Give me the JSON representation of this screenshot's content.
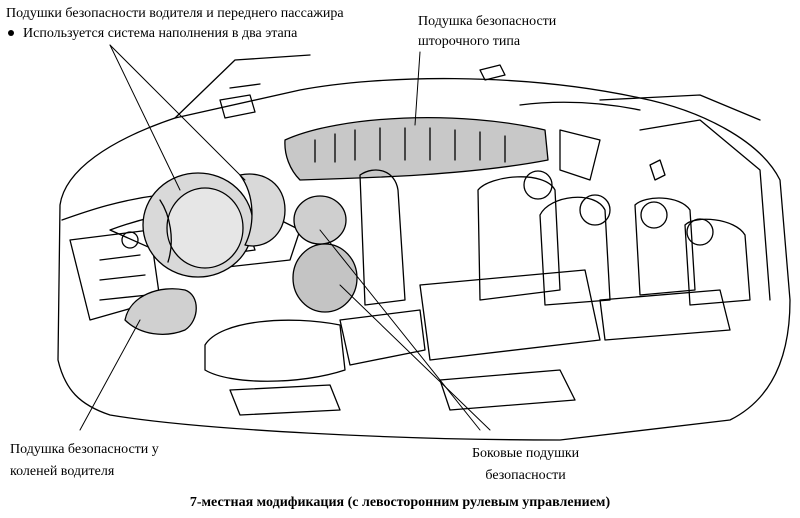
{
  "labels": {
    "front_airbags": "Подушки безопасности водителя и переднего пассажира",
    "two_stage": "Используется система наполнения в два этапа",
    "curtain_line1": "Подушка безопасности",
    "curtain_line2": "шторочного типа",
    "knee_line1": "Подушка безопасности у",
    "knee_line2": "коленей водителя",
    "side_line1": "Боковые подушки",
    "side_line2": "безопасности"
  },
  "caption": "7-местная модификация (с левосторонним рулевым управлением)"
}
